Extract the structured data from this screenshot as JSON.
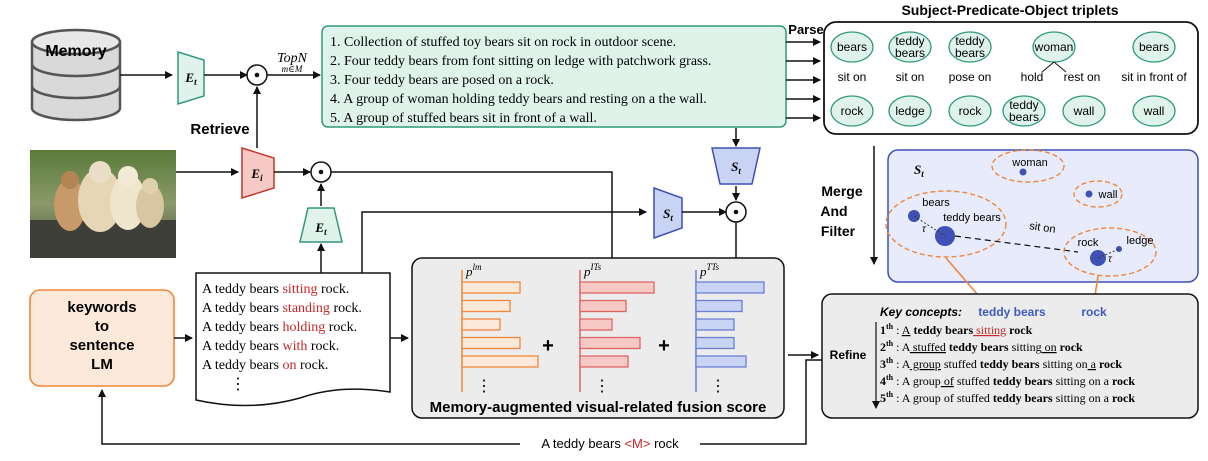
{
  "memory_label": "Memory",
  "encoder_text": "E_t",
  "encoder_image": "E_i",
  "retrieve_label": "Retrieve",
  "topn_label": "TopN",
  "topn_sub": "m∈M",
  "retrieved_sentences": [
    "1. Collection of stuffed toy bears sit on rock in outdoor scene.",
    "2. Four teddy bears from font sitting on ledge with patchwork grass.",
    "3. Four teddy bears are posed on a rock.",
    "4. A group of woman holding teddy bears and resting on a the wall.",
    "5. A group of stuffed bears sit in front of a wall."
  ],
  "parse_label": "Parse",
  "triplets_title": "Subject-Predicate-Object triplets",
  "triplets": [
    {
      "subject": "bears",
      "predicate": "sit on",
      "object": "rock"
    },
    {
      "subject": "teddy bears",
      "predicate": "sit on",
      "object": "ledge"
    },
    {
      "subject": "teddy bears",
      "predicate": "pose on",
      "object": "rock"
    },
    {
      "subject": "woman",
      "predicate_a": "hold",
      "object_a": "teddy bears",
      "predicate_b": "rest on",
      "object_b": "wall"
    },
    {
      "subject": "bears",
      "predicate": "sit in front of",
      "object": "wall"
    }
  ],
  "scene_graph": {
    "label": "S_t",
    "nodes": {
      "woman": "woman",
      "wall": "wall",
      "bears": "bears",
      "teddy_bears": "teddy bears",
      "rock": "rock",
      "ledge": "ledge"
    },
    "edge": "sit on",
    "tau": "τ"
  },
  "merge_filter_label": [
    "Merge",
    "And",
    "Filter"
  ],
  "s_t_label": "S_t",
  "keyword_lm": [
    "keywords",
    "to",
    "sentence",
    "LM"
  ],
  "candidates": [
    {
      "pre": "A teddy bears ",
      "word": "sitting",
      "post": " rock."
    },
    {
      "pre": "A teddy bears ",
      "word": "standing",
      "post": " rock."
    },
    {
      "pre": "A teddy bears ",
      "word": "holding",
      "post": " rock."
    },
    {
      "pre": "A teddy bears ",
      "word": "with",
      "post": " rock."
    },
    {
      "pre": "A teddy bears ",
      "word": "on",
      "post": " rock."
    }
  ],
  "ellipsis": "⋮",
  "fusion": {
    "title": "Memory-augmented visual-related fusion score",
    "p_lm": "p",
    "p_lm_sup": "lm",
    "p_its": "p",
    "p_its_sup": "ITs",
    "p_tts": "p",
    "p_tts_sup": "TTs",
    "plus": "+"
  },
  "refine_label": "Refine",
  "key_concepts_label": "Key concepts",
  "key_concepts": [
    "teddy bears",
    "rock"
  ],
  "refined": [
    {
      "ord": "1",
      "sup": "th",
      "text": "A teddy bears sitting rock"
    },
    {
      "ord": "2",
      "sup": "th",
      "text": "A stuffed teddy bears sitting on rock"
    },
    {
      "ord": "3",
      "sup": "th",
      "text": "A group stuffed teddy bears sitting on a rock"
    },
    {
      "ord": "4",
      "sup": "th",
      "text": "A group of stuffed teddy bears sitting on a rock"
    },
    {
      "ord": "5",
      "sup": "th",
      "text": "A group of stuffed teddy bears sitting on a rock"
    }
  ],
  "feedback_label": "A teddy bears <M> rock",
  "colors": {
    "teal_fill": "#dff3ea",
    "teal_stroke": "#2e9a78",
    "red_fill": "#f6c9c5",
    "red_stroke": "#c0392b",
    "blue_fill": "#c9d3f3",
    "blue_stroke": "#3f51b5",
    "orange": "#f0873a",
    "orange_fill": "#fde9d9",
    "pink_bar": "#e06666",
    "blue_bar": "#6b7fd6",
    "word_red": "#c62828",
    "concept_blue": "#3f5bbf"
  }
}
